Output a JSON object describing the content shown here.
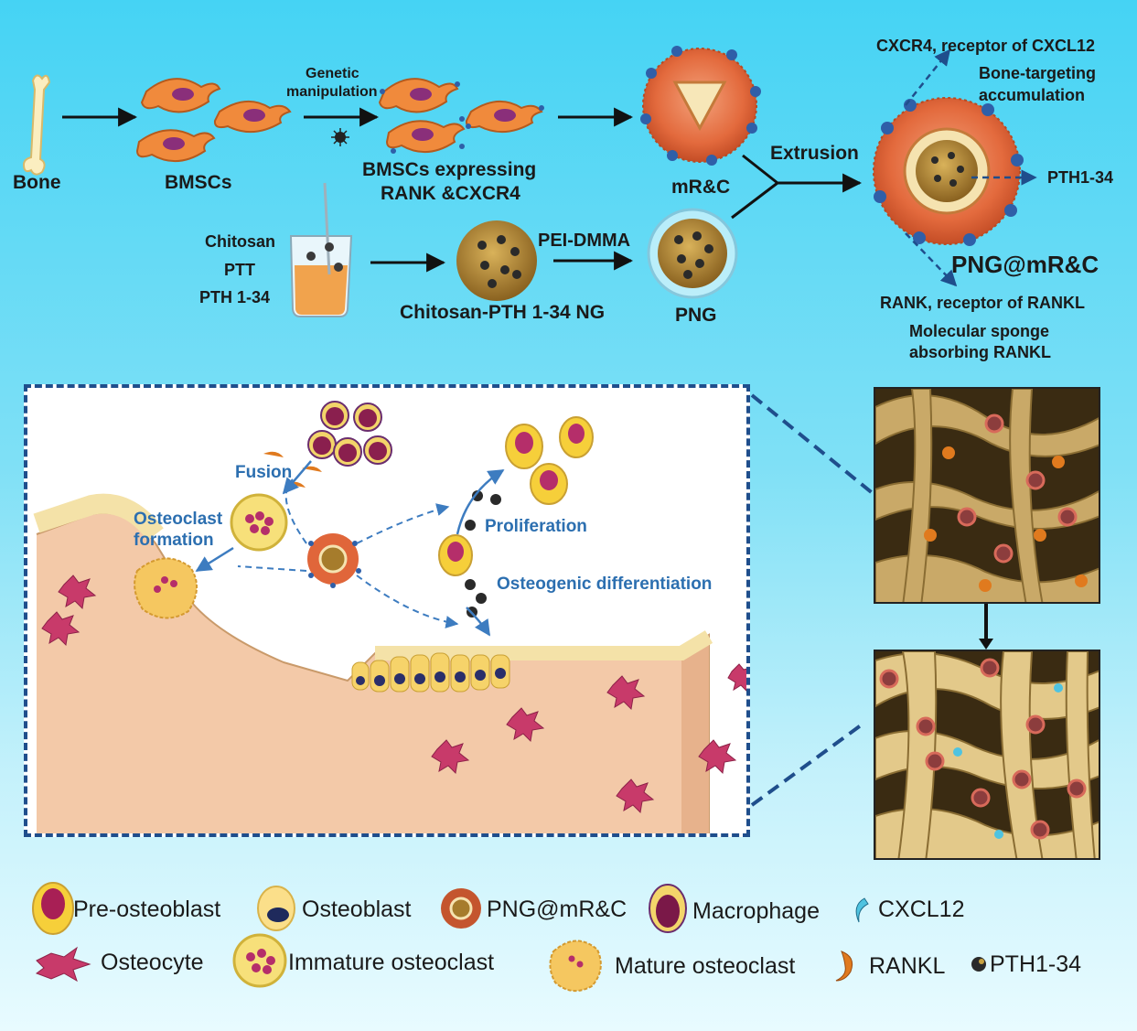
{
  "top": {
    "bone": "Bone",
    "bmscs": "BMSCs",
    "genetic_1": "Genetic",
    "genetic_2": "manipulation",
    "bmscs_expr_1": "BMSCs expressing",
    "bmscs_expr_2": "RANK &CXCR4",
    "mrc": "mR&C",
    "extrusion": "Extrusion",
    "chitosan": "Chitosan",
    "ptt": "PTT",
    "pth": "PTH 1-34",
    "ng": "Chitosan-PTH 1-34 NG",
    "pei": "PEI-DMMA",
    "png": "PNG",
    "product": "PNG@mR&C",
    "cxcr4": "CXCR4, receptor of CXCL12",
    "target_1": "Bone-targeting",
    "target_2": "accumulation",
    "pth_out": "PTH1-34",
    "rank": "RANK, receptor of RANKL",
    "sponge_1": "Molecular sponge",
    "sponge_2": "absorbing RANKL"
  },
  "inset": {
    "fusion": "Fusion",
    "oc_form_1": "Osteoclast",
    "oc_form_2": "formation",
    "proliferation": "Proliferation",
    "osteo_diff": "Osteogenic differentiation"
  },
  "legend": [
    {
      "icon": "pre-osteoblast-icon",
      "label": "Pre-osteoblast"
    },
    {
      "icon": "osteoblast-icon",
      "label": "Osteoblast"
    },
    {
      "icon": "png-mrc-icon",
      "label": "PNG@mR&C"
    },
    {
      "icon": "macrophage-icon",
      "label": "Macrophage"
    },
    {
      "icon": "cxcl12-icon",
      "label": "CXCL12"
    },
    {
      "icon": "osteocyte-icon",
      "label": "Osteocyte"
    },
    {
      "icon": "immature-osteoclast-icon",
      "label": "Immature osteoclast"
    },
    {
      "icon": "mature-osteoclast-icon",
      "label": "Mature osteoclast"
    },
    {
      "icon": "rankl-icon",
      "label": "RANKL"
    },
    {
      "icon": "pth-icon",
      "label": "PTH1-34"
    }
  ],
  "colors": {
    "background_top": "#45d3f4",
    "background_bottom": "#e8fbff",
    "accent_blue": "#2c6fb0",
    "dash_border": "#1f4e8c",
    "shell_orange": "#e0663a",
    "core_brown": "#a67c2c"
  }
}
